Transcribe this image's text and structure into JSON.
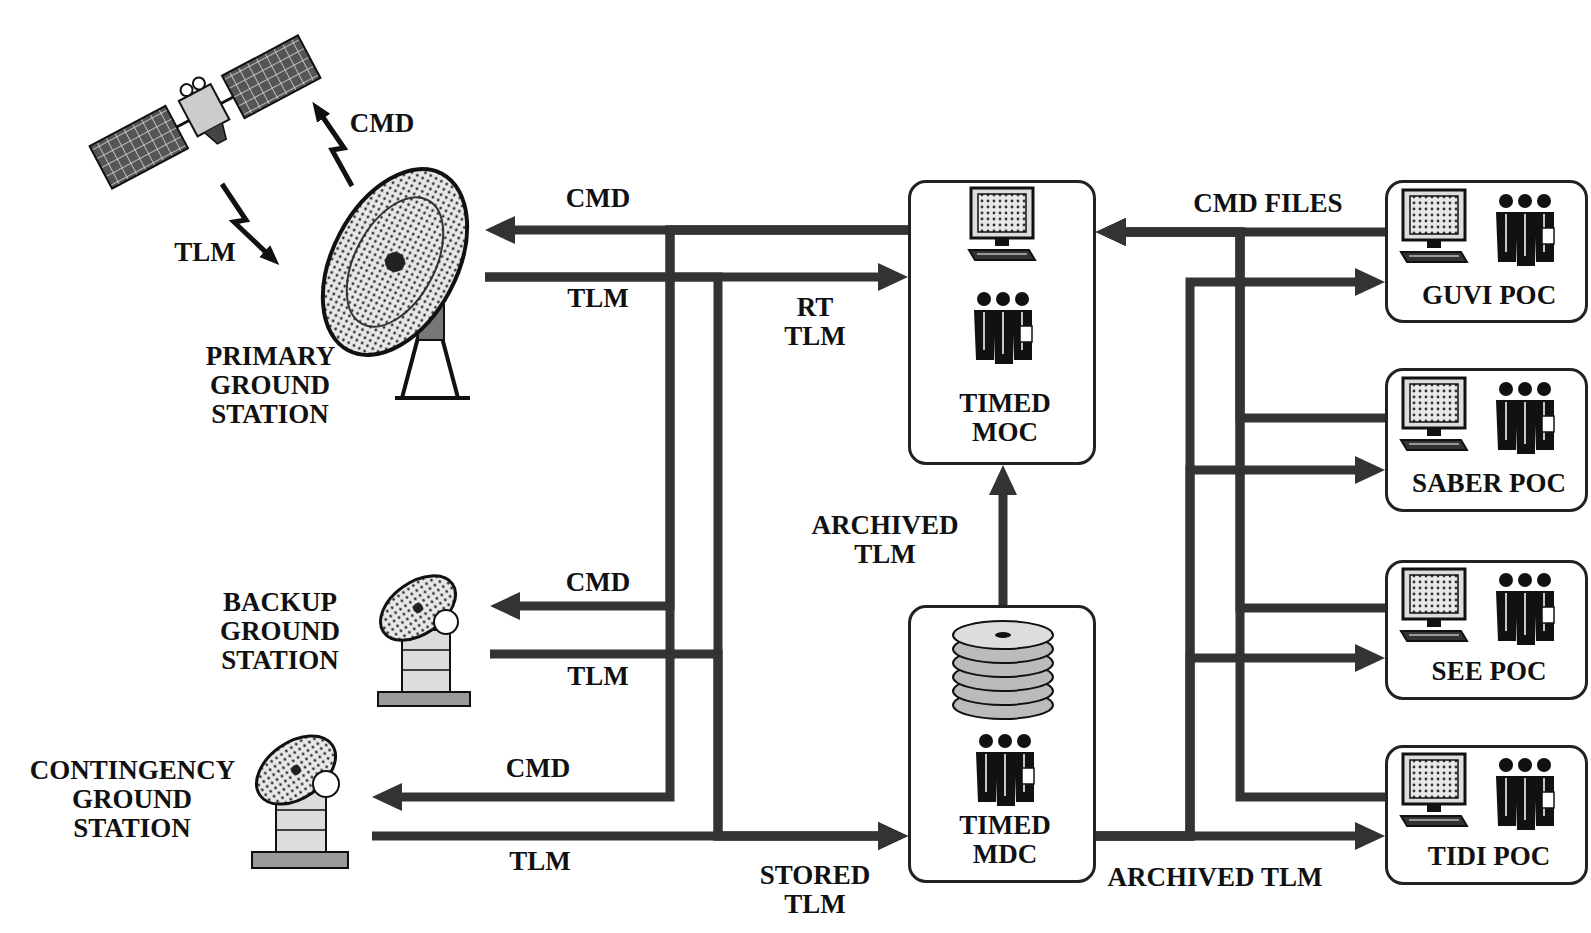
{
  "diagram": {
    "nodes": [
      {
        "text": [
          "PRIMARY GROUND STATION"
        ]
      },
      {
        "text": [
          "BACKUP GROUND STATION"
        ]
      },
      {
        "text": [
          "CONTINGENCY GROUND STATION"
        ]
      },
      {
        "text": [
          "TIMED MOC"
        ]
      },
      {
        "text": [
          "TIMED MDC"
        ]
      },
      {
        "text": [
          "GUVI POC"
        ]
      },
      {
        "text": [
          "SABER POC"
        ]
      },
      {
        "text": [
          "SEE POC"
        ]
      },
      {
        "text": [
          "TIDI POC"
        ]
      }
    ],
    "edges": [
      {
        "from": 3,
        "to": 0,
        "arrow": "to",
        "label": "CMD"
      },
      {
        "from": 0,
        "to": 3,
        "arrow": "to",
        "label": "RT TLM"
      },
      {
        "from": 3,
        "to": 1,
        "arrow": "to",
        "label": "CMD"
      },
      {
        "from": 3,
        "to": 2,
        "arrow": "to",
        "label": "CMD"
      },
      {
        "from": 0,
        "to": 4,
        "arrow": "to",
        "label": "TLM"
      },
      {
        "from": 1,
        "to": 4,
        "arrow": "to",
        "label": "TLM"
      },
      {
        "from": 2,
        "to": 4,
        "arrow": "to",
        "label": "TLM"
      },
      {
        "from": 4,
        "to": 3,
        "arrow": "to",
        "label": "ARCHIVED TLM"
      },
      {
        "from": 5,
        "to": 3,
        "arrow": "to",
        "label": "CMD FILES"
      },
      {
        "from": 6,
        "to": 3,
        "arrow": "to"
      },
      {
        "from": 7,
        "to": 3,
        "arrow": "to"
      },
      {
        "from": 8,
        "to": 3,
        "arrow": "to"
      },
      {
        "from": 4,
        "to": 5,
        "arrow": "to"
      },
      {
        "from": 4,
        "to": 6,
        "arrow": "to"
      },
      {
        "from": 4,
        "to": 7,
        "arrow": "to"
      },
      {
        "from": 4,
        "to": 8,
        "arrow": "to",
        "label": "ARCHIVED TLM"
      }
    ],
    "labels": [
      "CMD",
      "TLM",
      "STORED TLM"
    ]
  }
}
